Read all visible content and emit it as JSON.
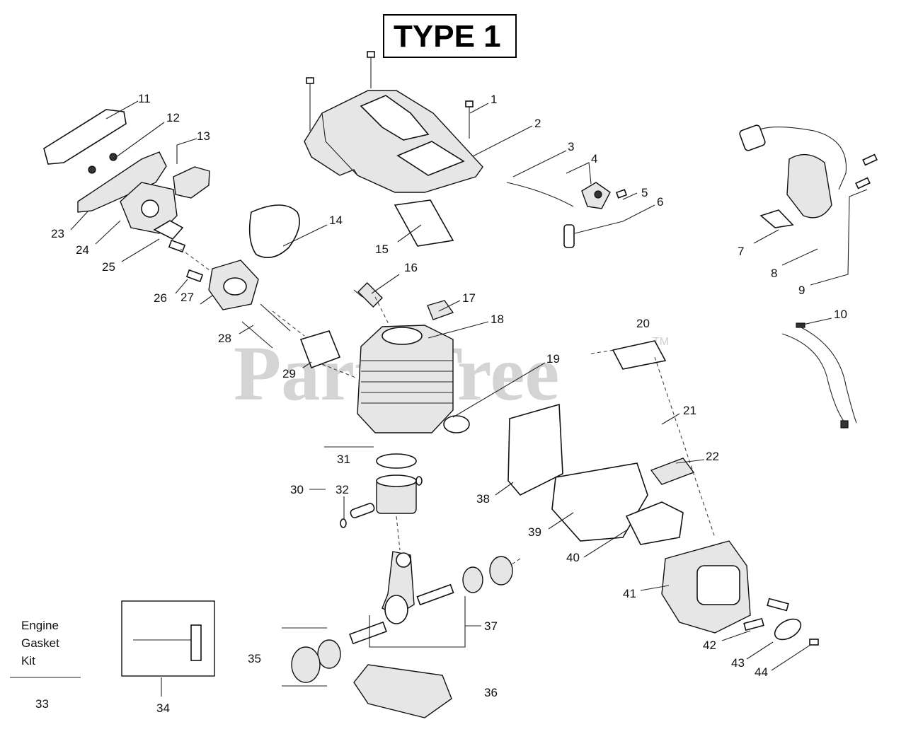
{
  "title": "TYPE 1",
  "watermark": {
    "text": "PartsTree",
    "tm": "TM"
  },
  "kit_label": {
    "line1": "Engine",
    "line2": "Gasket",
    "line3": "Kit"
  },
  "callouts": [
    {
      "id": "1",
      "text": "1"
    },
    {
      "id": "2",
      "text": "2"
    },
    {
      "id": "3",
      "text": "3"
    },
    {
      "id": "4",
      "text": "4"
    },
    {
      "id": "5",
      "text": "5"
    },
    {
      "id": "6",
      "text": "6"
    },
    {
      "id": "7",
      "text": "7"
    },
    {
      "id": "8",
      "text": "8"
    },
    {
      "id": "9",
      "text": "9"
    },
    {
      "id": "10",
      "text": "10"
    },
    {
      "id": "11",
      "text": "11"
    },
    {
      "id": "12",
      "text": "12"
    },
    {
      "id": "13",
      "text": "13"
    },
    {
      "id": "14",
      "text": "14"
    },
    {
      "id": "15",
      "text": "15"
    },
    {
      "id": "16",
      "text": "16"
    },
    {
      "id": "17",
      "text": "17"
    },
    {
      "id": "18",
      "text": "18"
    },
    {
      "id": "19",
      "text": "19"
    },
    {
      "id": "20",
      "text": "20"
    },
    {
      "id": "21",
      "text": "21"
    },
    {
      "id": "22",
      "text": "22"
    },
    {
      "id": "23",
      "text": "23"
    },
    {
      "id": "24",
      "text": "24"
    },
    {
      "id": "25",
      "text": "25"
    },
    {
      "id": "26",
      "text": "26"
    },
    {
      "id": "27",
      "text": "27"
    },
    {
      "id": "28",
      "text": "28"
    },
    {
      "id": "29",
      "text": "29"
    },
    {
      "id": "30",
      "text": "30"
    },
    {
      "id": "31",
      "text": "31"
    },
    {
      "id": "32",
      "text": "32"
    },
    {
      "id": "33",
      "text": "33"
    },
    {
      "id": "34",
      "text": "34"
    },
    {
      "id": "35",
      "text": "35"
    },
    {
      "id": "36",
      "text": "36"
    },
    {
      "id": "37",
      "text": "37"
    },
    {
      "id": "38",
      "text": "38"
    },
    {
      "id": "39",
      "text": "39"
    },
    {
      "id": "40",
      "text": "40"
    },
    {
      "id": "41",
      "text": "41"
    },
    {
      "id": "42",
      "text": "42"
    },
    {
      "id": "43",
      "text": "43"
    },
    {
      "id": "44",
      "text": "44"
    }
  ]
}
